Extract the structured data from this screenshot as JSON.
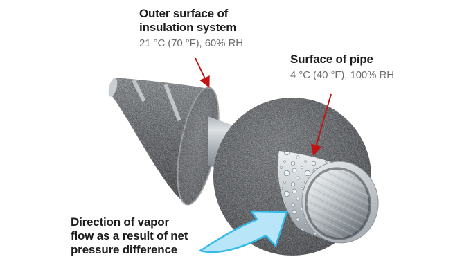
{
  "figure": {
    "insulation_label": {
      "line1": "Outer surface of",
      "line2": "insulation system",
      "conditions": "21 °C (70 °F), 60% RH"
    },
    "pipe_label": {
      "title": "Surface of pipe",
      "conditions": "4 °C (40 °F), 100% RH"
    },
    "vapor_label": {
      "line1": "Direction of vapor",
      "line2": "flow as a result of net",
      "line3": "pressure difference"
    }
  },
  "colors": {
    "annotation_arrow": "#c31414",
    "vapor_arrow_fill": "#b8e6f8",
    "vapor_arrow_stroke": "#35bbe9",
    "insulation_gray": "#5a5f64",
    "pipe_metal": "#c6cbd0",
    "label_text": "#1c1c1c",
    "conditions_text": "#6c6c6c"
  }
}
